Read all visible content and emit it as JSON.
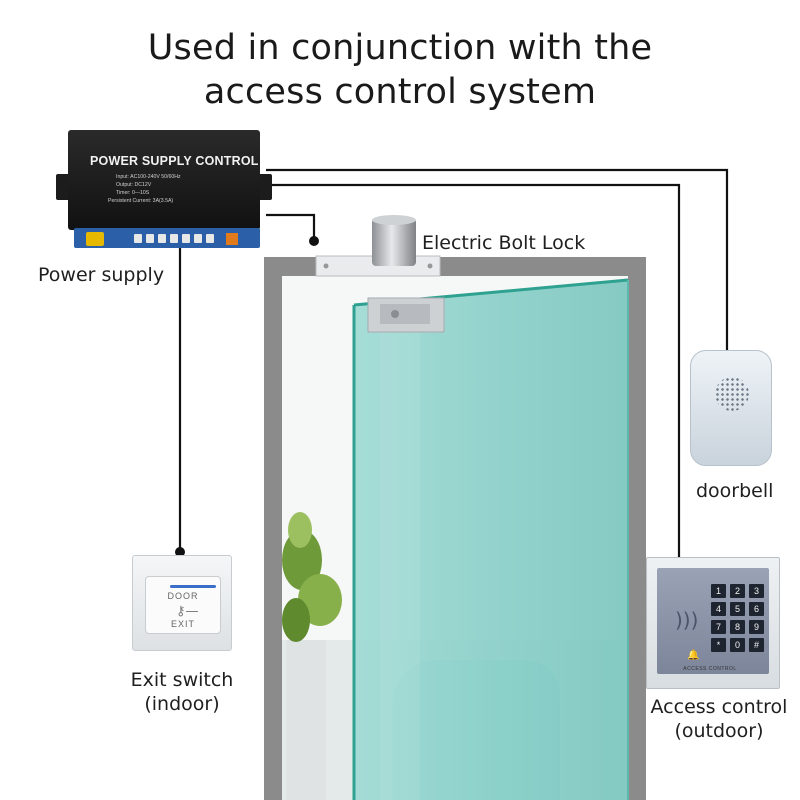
{
  "title": {
    "line1": "Used in conjunction with the",
    "line2": "access control system"
  },
  "labels": {
    "power_supply": "Power supply",
    "electric_bolt_lock": "Electric Bolt Lock",
    "doorbell": "doorbell",
    "exit_switch_line1": "Exit switch",
    "exit_switch_line2": "(indoor)",
    "access_control_line1": "Access control",
    "access_control_line2": "(outdoor)"
  },
  "power_supply_device": {
    "name": "POWER SUPPLY CONTROL",
    "spec_input": "Input:  AC100-240V  50/60Hz",
    "spec_output": "Output:  DC12V",
    "spec_timer": "Timer:  0—10S",
    "spec_persistent": "Persistent  Current: 3A(3.5A)"
  },
  "exit_switch_device": {
    "word_top": "DOOR",
    "word_bottom": "EXIT",
    "icon": "key-icon"
  },
  "keypad_device": {
    "keys": [
      "1",
      "2",
      "3",
      "4",
      "5",
      "6",
      "7",
      "8",
      "9",
      "*",
      "0",
      "#"
    ],
    "footer": "ACCESS CONTROL",
    "icon_rfid": "rfid-icon",
    "icon_bell": "bell-icon"
  },
  "colors": {
    "wire": "#111111",
    "glass": "#8fd2cc",
    "glass_edge": "#38a99a",
    "frame": "#8a8a8a",
    "wall": "#f3f3f3"
  }
}
